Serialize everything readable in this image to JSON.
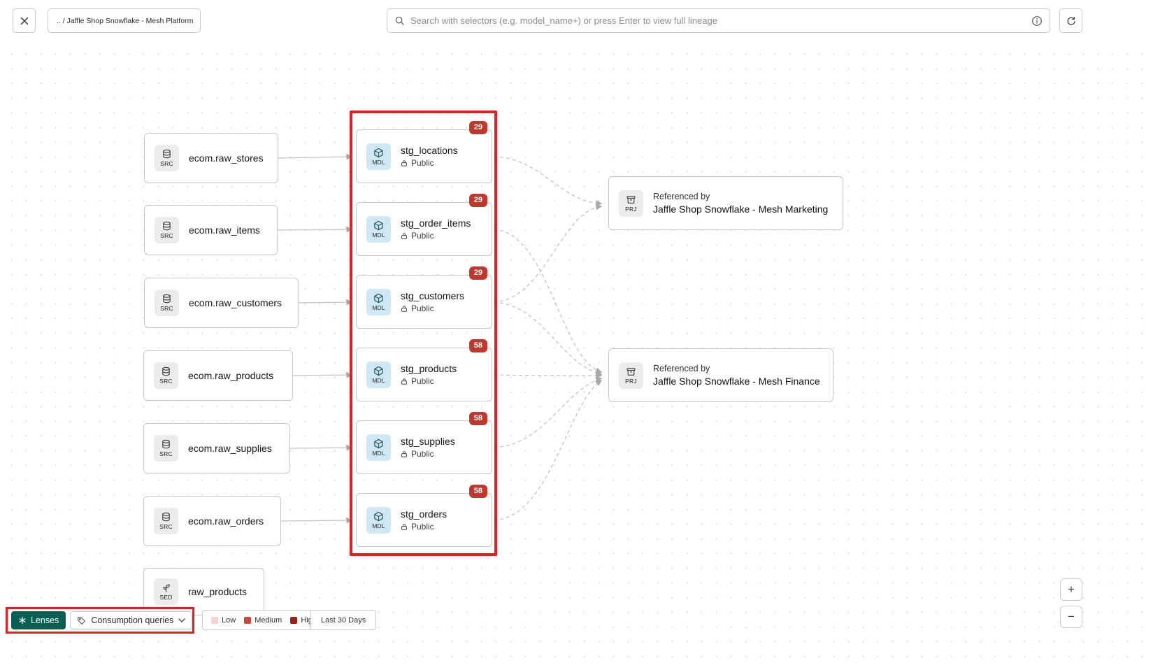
{
  "header": {
    "breadcrumb": ".. / Jaffle Shop Snowflake - Mesh Platform",
    "search": {
      "placeholder": "Search with selectors (e.g. model_name+) or press Enter to view full lineage"
    }
  },
  "canvas": {
    "sources": [
      {
        "badge": "SRC",
        "label": "ecom.raw_stores"
      },
      {
        "badge": "SRC",
        "label": "ecom.raw_items"
      },
      {
        "badge": "SRC",
        "label": "ecom.raw_customers"
      },
      {
        "badge": "SRC",
        "label": "ecom.raw_products"
      },
      {
        "badge": "SRC",
        "label": "ecom.raw_supplies"
      },
      {
        "badge": "SRC",
        "label": "ecom.raw_orders"
      }
    ],
    "seed": {
      "badge": "SED",
      "label": "raw_products"
    },
    "models": [
      {
        "badge": "MDL",
        "label": "stg_locations",
        "access": "Public",
        "count": "29"
      },
      {
        "badge": "MDL",
        "label": "stg_order_items",
        "access": "Public",
        "count": "29"
      },
      {
        "badge": "MDL",
        "label": "stg_customers",
        "access": "Public",
        "count": "29"
      },
      {
        "badge": "MDL",
        "label": "stg_products",
        "access": "Public",
        "count": "58"
      },
      {
        "badge": "MDL",
        "label": "stg_supplies",
        "access": "Public",
        "count": "58"
      },
      {
        "badge": "MDL",
        "label": "stg_orders",
        "access": "Public",
        "count": "58"
      }
    ],
    "projects": [
      {
        "badge": "PRJ",
        "title": "Referenced by",
        "label": "Jaffle Shop Snowflake - Mesh Marketing"
      },
      {
        "badge": "PRJ",
        "title": "Referenced by",
        "label": "Jaffle Shop Snowflake - Mesh Finance"
      }
    ]
  },
  "lens_toolbar": {
    "lenses_label": "Lenses",
    "selected_lens": "Consumption queries"
  },
  "legend": {
    "items": [
      {
        "label": "Low",
        "color": "#f4d2cc"
      },
      {
        "label": "Medium",
        "color": "#c8493c"
      },
      {
        "label": "High",
        "color": "#9d2015"
      }
    ],
    "range_label": "Last 30 Days"
  },
  "zoom": {
    "zoom_in": "+",
    "zoom_out": "−"
  },
  "colors": {
    "highlight_red": "#e01f1f",
    "badge_red": "#c2372b",
    "lenses_teal": "#0a5f54",
    "model_icon_bg": "#cfe8f5",
    "node_border": "#c8c8c8",
    "edge_gray": "#c2c2c2"
  }
}
